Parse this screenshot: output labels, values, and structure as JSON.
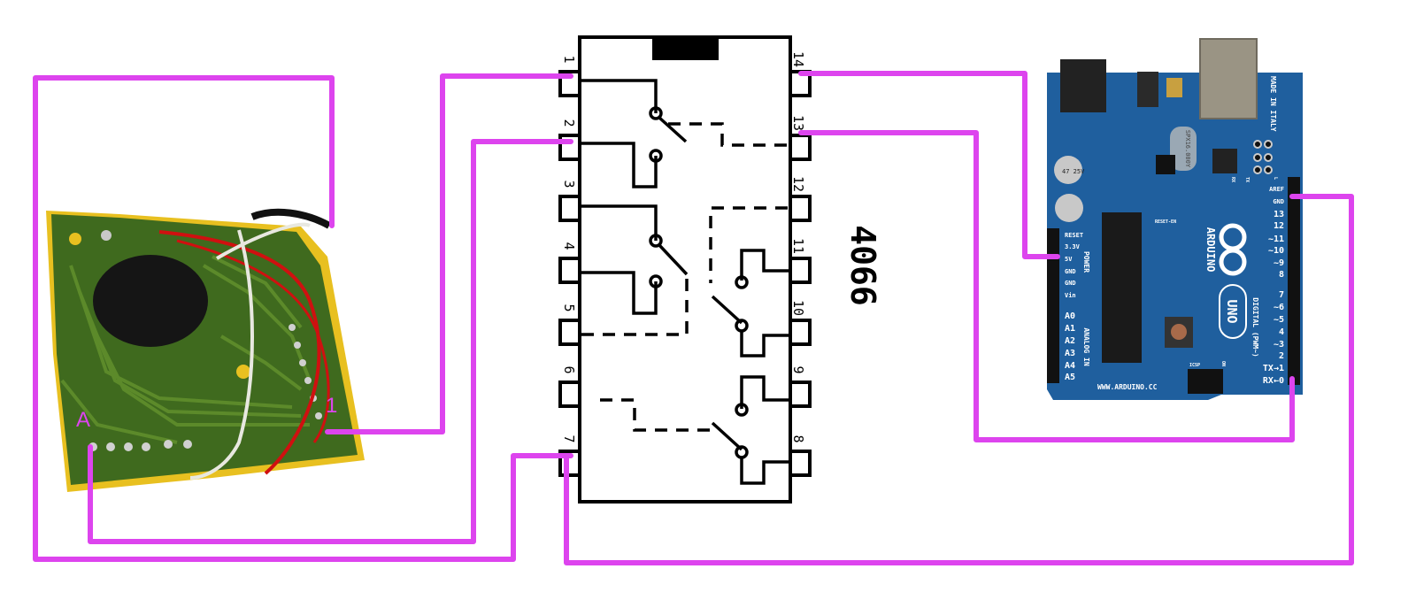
{
  "ic": {
    "name": "4066",
    "left_pins": [
      "1",
      "2",
      "3",
      "4",
      "5",
      "6",
      "7"
    ],
    "right_pins": [
      "14",
      "13",
      "12",
      "11",
      "10",
      "9",
      "8"
    ]
  },
  "pcb": {
    "label_a": "A",
    "label_1": "1"
  },
  "arduino": {
    "brand": "ARDUINO",
    "model": "UNO",
    "url": "WWW.ARDUINO.CC",
    "made_in": "MADE IN ITALY",
    "power_label": "POWER",
    "analog_label": "ANALOG IN",
    "digital_label": "DIGITAL (PWM~)",
    "reset_en": "RESET-EN",
    "icsp": "ICSP",
    "rx": "RX",
    "tx": "TX",
    "l": "L",
    "on": "ON",
    "crystal": "SPX16.000Y",
    "cap": "47 25V",
    "power_pins": [
      "RESET",
      "3.3V",
      "5V",
      "GND",
      "GND",
      "Vin"
    ],
    "analog_pins": [
      "A0",
      "A1",
      "A2",
      "A3",
      "A4",
      "A5"
    ],
    "digital_pins": [
      "AREF",
      "GND",
      "13",
      "12",
      "~11",
      "~10",
      "~9",
      "8",
      "7",
      "~6",
      "~5",
      "4",
      "~3",
      "2",
      "TX→1",
      "RX←0"
    ]
  },
  "colors": {
    "wire": "#dd44ee",
    "arduino_board": "#1f5f9e",
    "pcb": "#3f6a1e"
  }
}
